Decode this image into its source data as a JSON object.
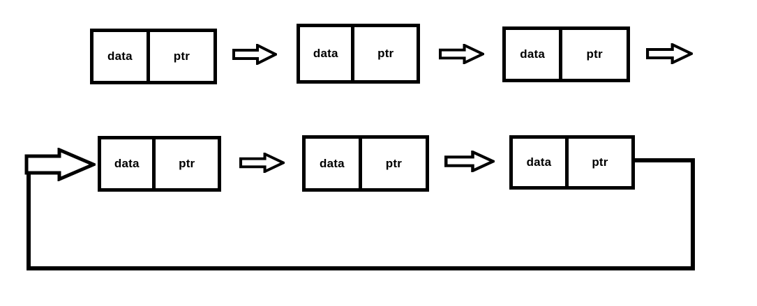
{
  "diagram": {
    "kind": "circular-linked-list",
    "colors": {
      "stroke": "#000000",
      "background": "#ffffff",
      "node_fill": "#ffffff"
    },
    "nodes": [
      {
        "data_label": "data",
        "ptr_label": "ptr"
      },
      {
        "data_label": "data",
        "ptr_label": "ptr"
      },
      {
        "data_label": "data",
        "ptr_label": "ptr"
      },
      {
        "data_label": "data",
        "ptr_label": "ptr"
      },
      {
        "data_label": "data",
        "ptr_label": "ptr"
      },
      {
        "data_label": "data",
        "ptr_label": "ptr"
      }
    ]
  }
}
